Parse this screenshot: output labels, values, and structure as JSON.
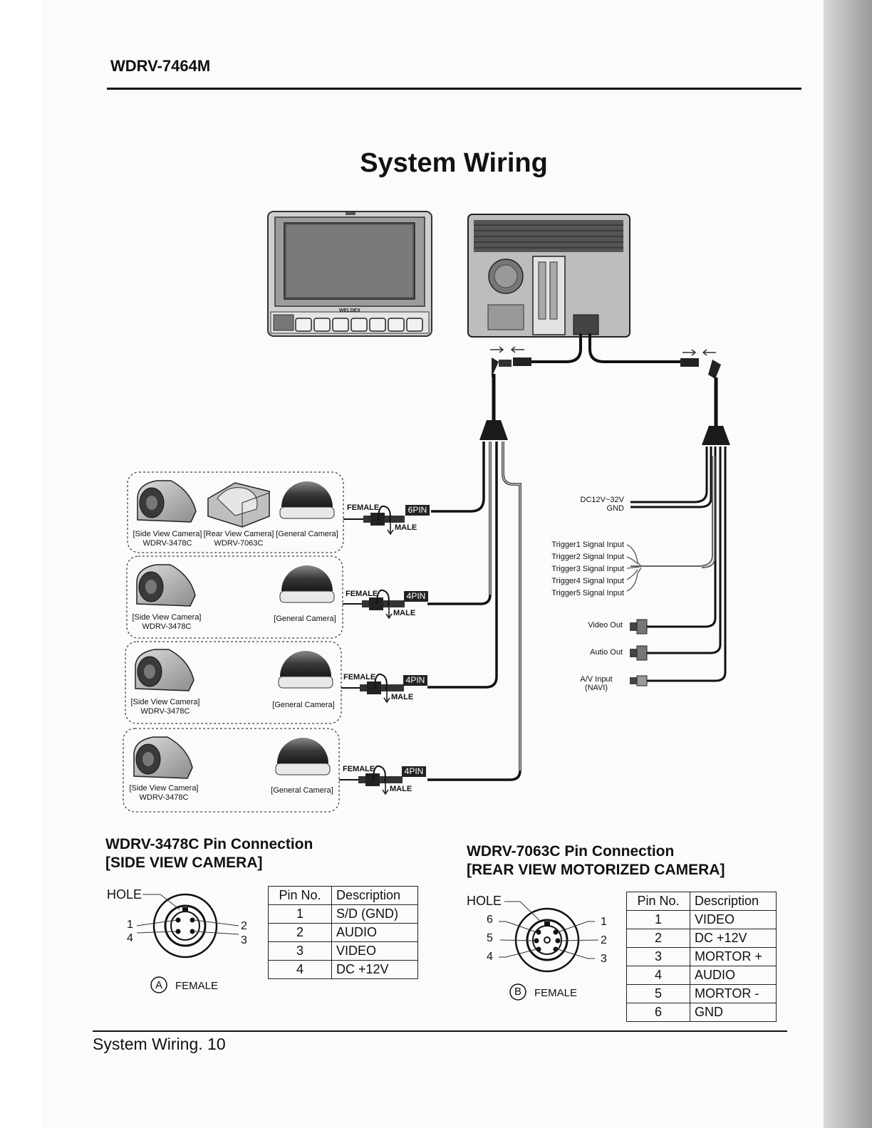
{
  "header": {
    "model": "WDRV-7464M"
  },
  "title": "System Wiring",
  "monitor": {
    "brand": "WELDEX"
  },
  "connectors": [
    {
      "female": "FEMALE",
      "male": "MALE",
      "pins": "6PIN"
    },
    {
      "female": "FEMALE",
      "male": "MALE",
      "pins": "4PIN"
    },
    {
      "female": "FEMALE",
      "male": "MALE",
      "pins": "4PIN"
    },
    {
      "female": "FEMALE",
      "male": "MALE",
      "pins": "4PIN"
    }
  ],
  "camera_groups": [
    {
      "cameras": [
        {
          "label": "[Side View Camera]",
          "model": "WDRV-3478C"
        },
        {
          "label": "[Rear View Camera]",
          "model": "WDRV-7063C"
        },
        {
          "label": "[General Camera]",
          "model": ""
        }
      ]
    },
    {
      "cameras": [
        {
          "label": "[Side View Camera]",
          "model": "WDRV-3478C"
        },
        {
          "label": "[General Camera]",
          "model": ""
        }
      ]
    },
    {
      "cameras": [
        {
          "label": "[Side View Camera]",
          "model": "WDRV-3478C"
        },
        {
          "label": "[General Camera]",
          "model": ""
        }
      ]
    },
    {
      "cameras": [
        {
          "label": "[Side View Camera]",
          "model": "WDRV-3478C"
        },
        {
          "label": "[General Camera]",
          "model": ""
        }
      ]
    }
  ],
  "harness": {
    "power_1": "DC12V~32V",
    "power_2": "GND",
    "triggers": [
      "Trigger1 Signal Input",
      "Trigger2 Signal Input",
      "Trigger3 Signal Input",
      "Trigger4 Signal Input",
      "Trigger5 Signal Input"
    ],
    "video_out": "Video Out",
    "audio_out": "Autio Out",
    "av_input_1": "A/V Input",
    "av_input_2": "(NAVI)"
  },
  "side_camera_pins": {
    "title_1": "WDRV-3478C Pin Connection",
    "title_2": "[SIDE VIEW CAMERA]",
    "hole": "HOLE",
    "marker": "A",
    "gender": "FEMALE",
    "numbers": [
      "1",
      "4",
      "2",
      "3"
    ],
    "header": {
      "pin": "Pin No.",
      "desc": "Description"
    },
    "rows": [
      {
        "pin": "1",
        "desc": "S/D (GND)"
      },
      {
        "pin": "2",
        "desc": "AUDIO"
      },
      {
        "pin": "3",
        "desc": "VIDEO"
      },
      {
        "pin": "4",
        "desc": "DC +12V"
      }
    ]
  },
  "rear_camera_pins": {
    "title_1": "WDRV-7063C Pin Connection",
    "title_2": "[REAR VIEW MOTORIZED CAMERA]",
    "hole": "HOLE",
    "marker": "B",
    "gender": "FEMALE",
    "numbers": [
      "6",
      "5",
      "4",
      "1",
      "2",
      "3"
    ],
    "header": {
      "pin": "Pin No.",
      "desc": "Description"
    },
    "rows": [
      {
        "pin": "1",
        "desc": "VIDEO"
      },
      {
        "pin": "2",
        "desc": "DC +12V"
      },
      {
        "pin": "3",
        "desc": "MORTOR +"
      },
      {
        "pin": "4",
        "desc": "AUDIO"
      },
      {
        "pin": "5",
        "desc": "MORTOR -"
      },
      {
        "pin": "6",
        "desc": "GND"
      }
    ]
  },
  "footer": {
    "text": "System Wiring. 10"
  }
}
